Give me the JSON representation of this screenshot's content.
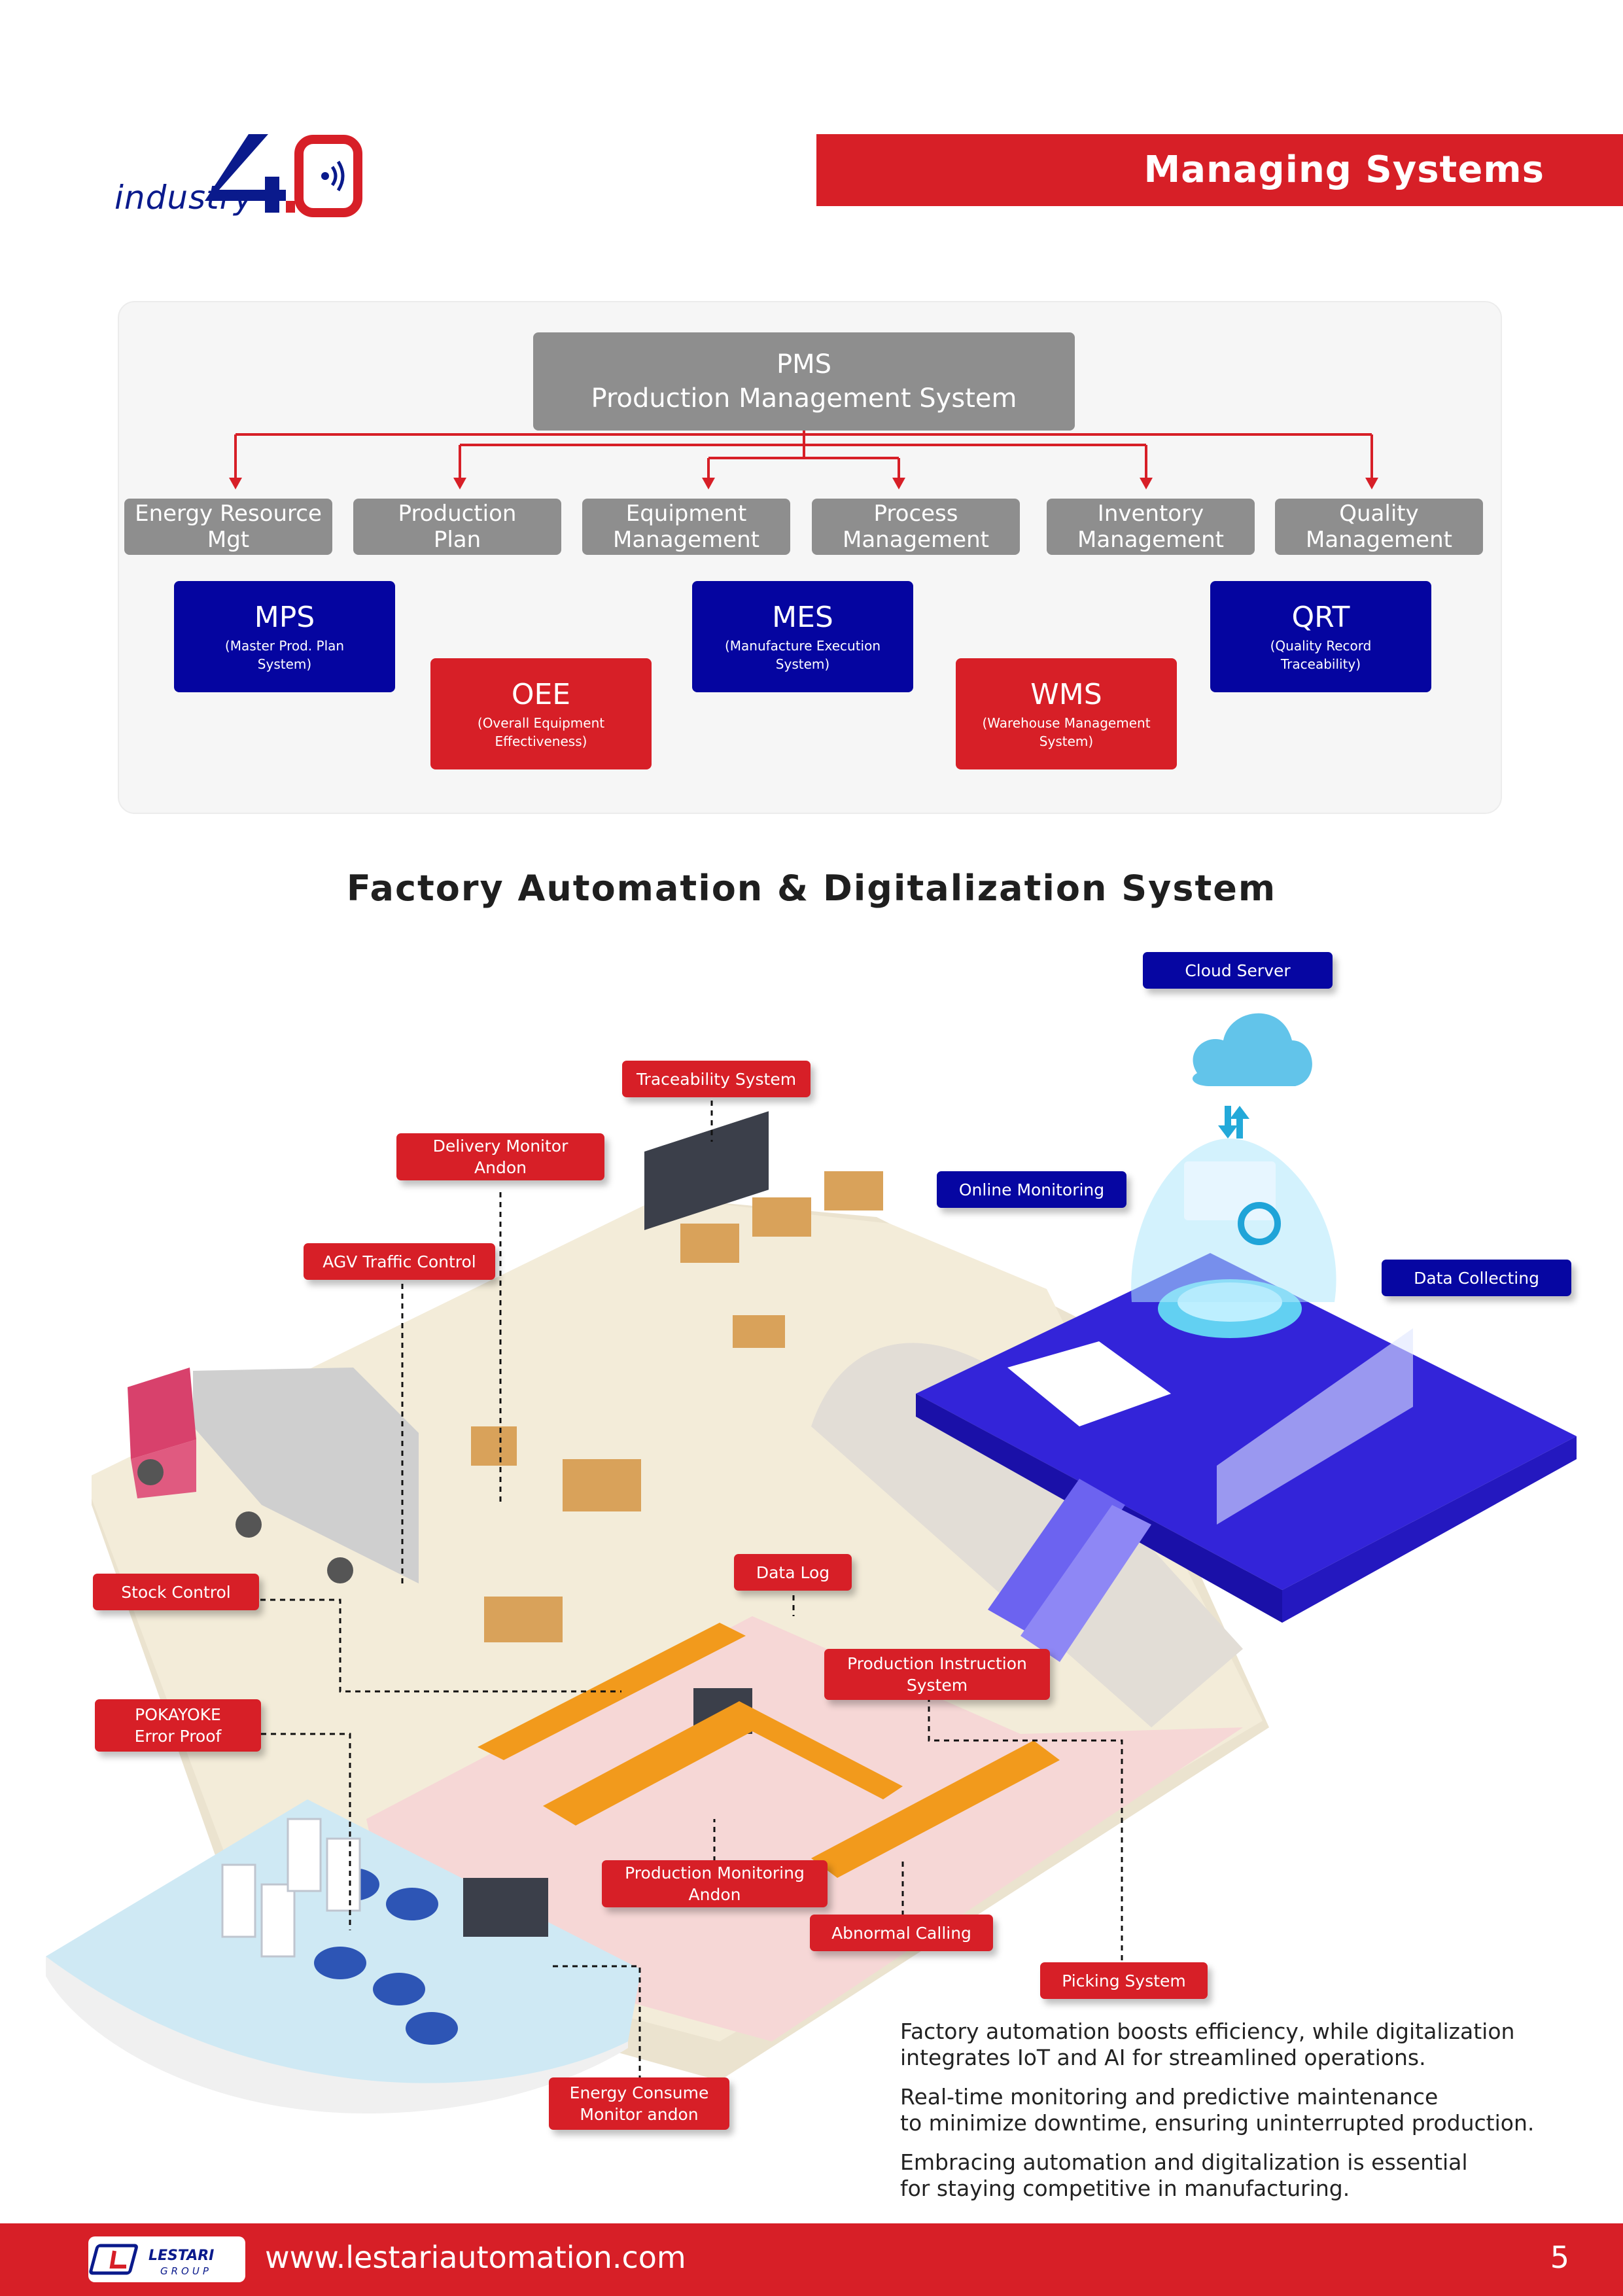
{
  "header": {
    "logo_word": "industry",
    "logo_mark": "4.0",
    "title": "Managing Systems"
  },
  "pms": {
    "title_line1": "PMS",
    "title_line2": "Production Management System",
    "categories": [
      {
        "line1": "Energy Resource",
        "line2": "Mgt"
      },
      {
        "line1": "Production",
        "line2": "Plan"
      },
      {
        "line1": "Equipment",
        "line2": "Management"
      },
      {
        "line1": "Process",
        "line2": "Management"
      },
      {
        "line1": "Inventory",
        "line2": "Management"
      },
      {
        "line1": "Quality",
        "line2": "Management"
      }
    ],
    "systems": [
      {
        "abbr": "MPS",
        "desc1": "(Master Prod. Plan",
        "desc2": "System)",
        "color": "#0505a0"
      },
      {
        "abbr": "OEE",
        "desc1": "(Overall Equipment",
        "desc2": "Effectiveness)",
        "color": "#d71f27"
      },
      {
        "abbr": "MES",
        "desc1": "(Manufacture Execution",
        "desc2": "System)",
        "color": "#0505a0"
      },
      {
        "abbr": "WMS",
        "desc1": "(Warehouse Management",
        "desc2": "System)",
        "color": "#d71f27"
      },
      {
        "abbr": "QRT",
        "desc1": "(Quality Record",
        "desc2": "Traceability)",
        "color": "#0505a0"
      }
    ],
    "connector_color": "#d71f27"
  },
  "section_title": "Factory Automation & Digitalization System",
  "labels": {
    "cloud_server": "Cloud Server",
    "traceability": "Traceability System",
    "delivery_1": "Delivery Monitor",
    "delivery_2": "Andon",
    "agv": "AGV Traffic Control",
    "online_monitoring": "Online Monitoring",
    "data_collecting": "Data Collecting",
    "stock_control": "Stock Control",
    "data_log": "Data Log",
    "production_instruction_1": "Production Instruction",
    "production_instruction_2": "System",
    "pokayoke_1": "POKAYOKE",
    "pokayoke_2": "Error Proof",
    "production_monitoring_1": "Production Monitoring",
    "production_monitoring_2": "Andon",
    "abnormal_calling": "Abnormal Calling",
    "picking_system": "Picking System",
    "energy_consume_1": "Energy Consume",
    "energy_consume_2": "Monitor andon"
  },
  "paragraphs": [
    {
      "line1": "Factory automation boosts efficiency, while digitalization",
      "line2": "integrates IoT and AI for streamlined operations."
    },
    {
      "line1": "Real-time monitoring and predictive maintenance",
      "line2": "to minimize downtime, ensuring uninterrupted production."
    },
    {
      "line1": "Embracing automation and digitalization is essential",
      "line2": "for staying competitive in manufacturing."
    }
  ],
  "footer": {
    "logo_name": "LESTARI",
    "logo_sub": "GROUP",
    "url": "www.lestariautomation.com",
    "page_number": "5"
  },
  "colors": {
    "brand_red": "#d71f27",
    "brand_blue": "#0505a0",
    "box_gray": "#8e8e8e"
  }
}
